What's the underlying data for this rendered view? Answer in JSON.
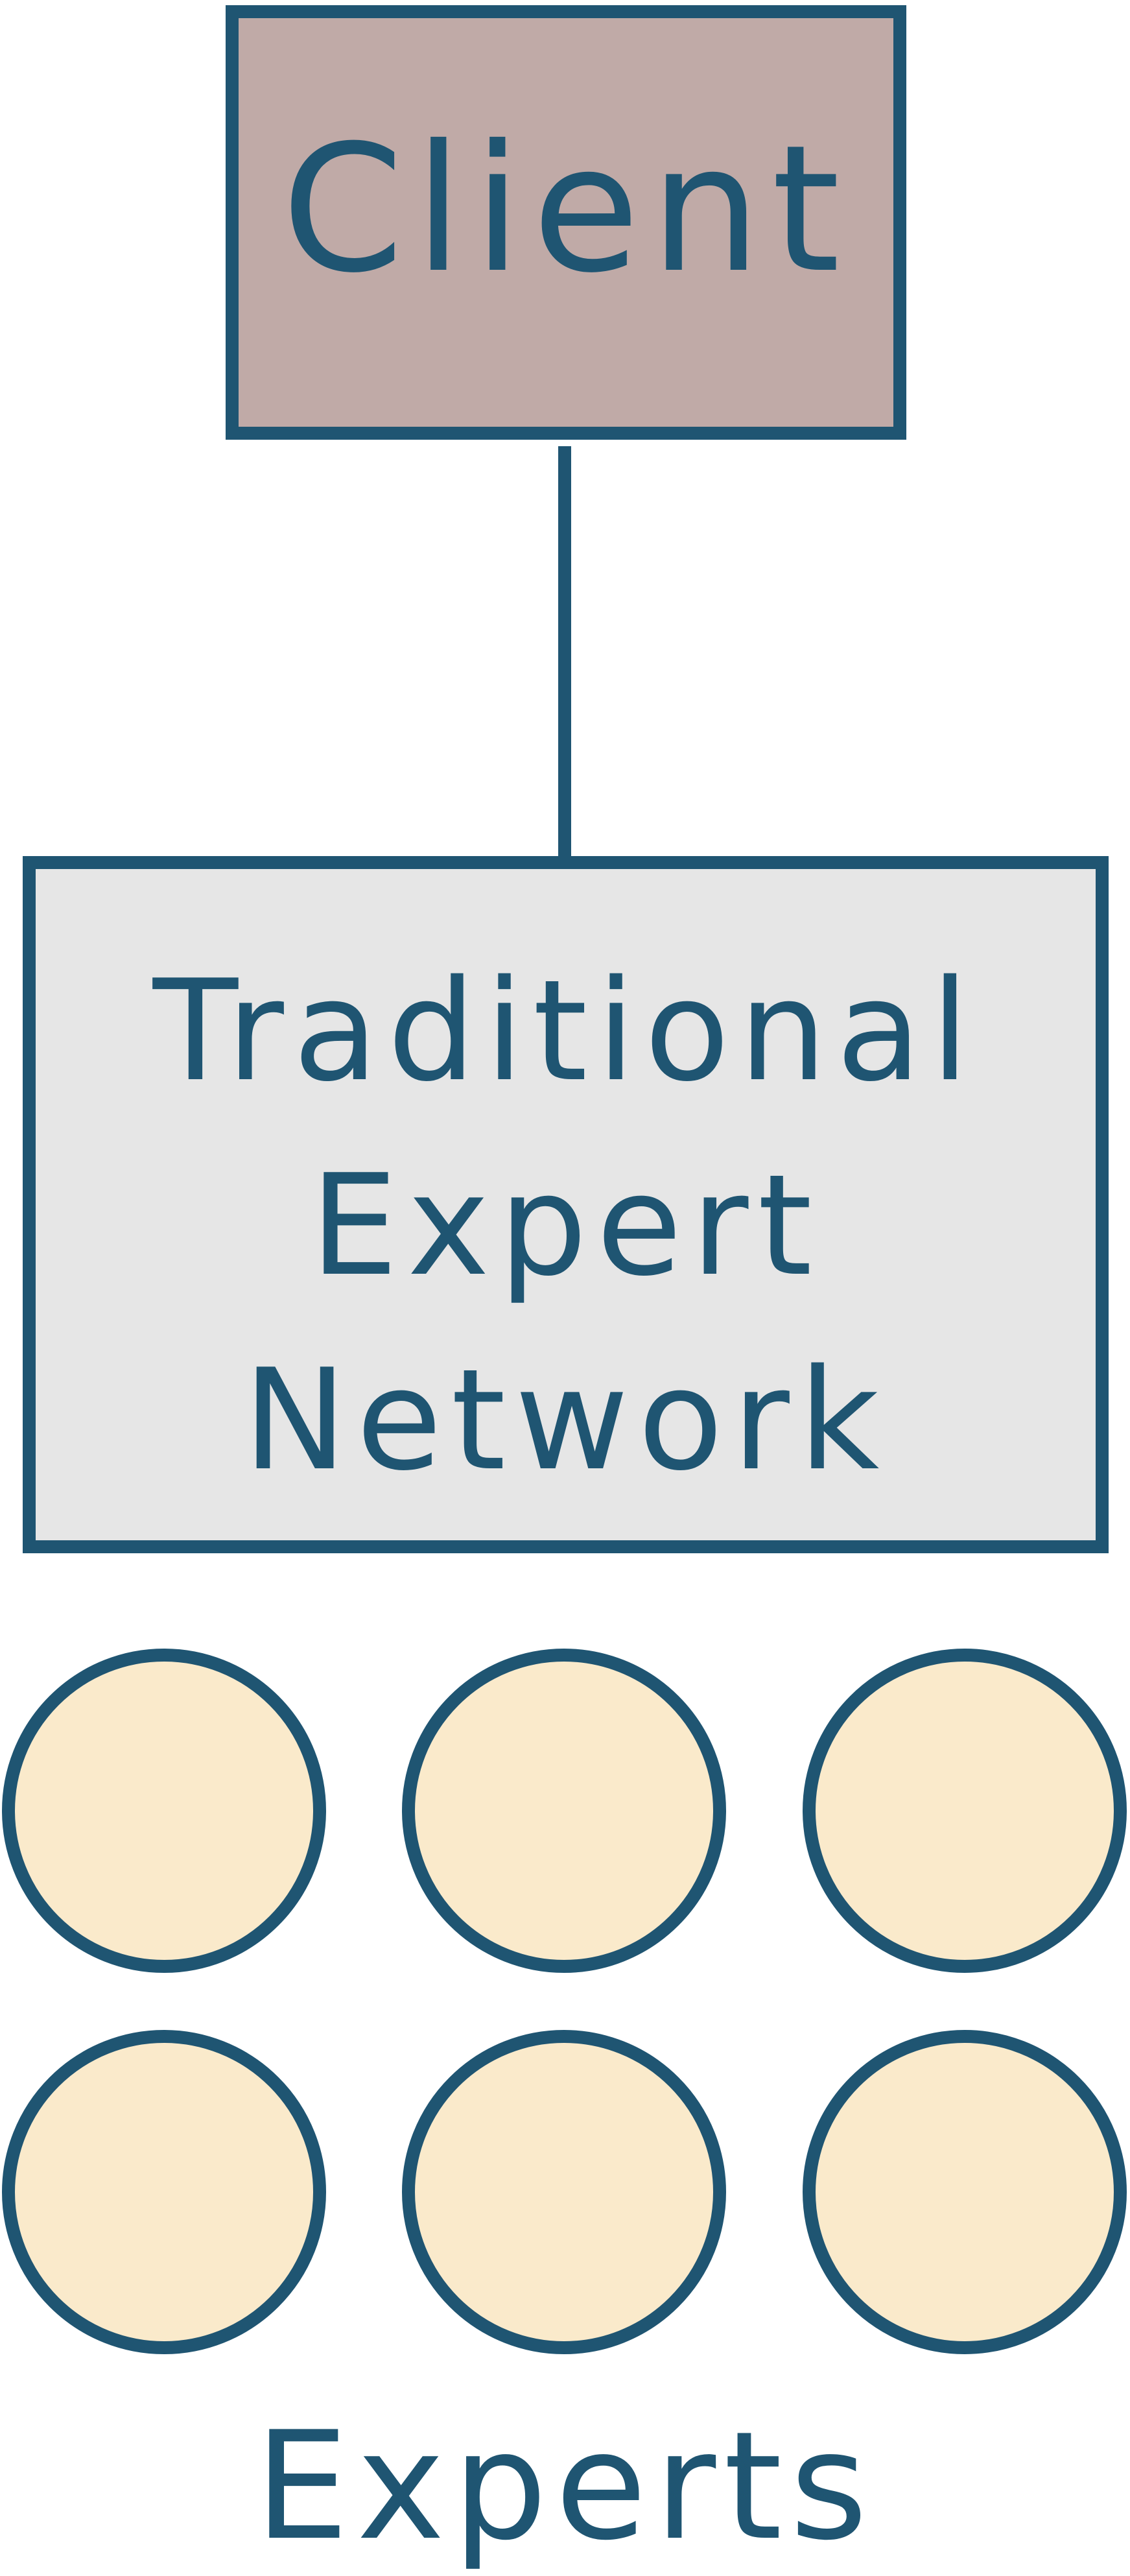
{
  "client": {
    "label": "Client"
  },
  "network": {
    "lines": [
      "Traditional",
      "Expert",
      "Network"
    ]
  },
  "experts": {
    "label": "Experts",
    "count": 6
  },
  "colors": {
    "stroke": "#1f5572",
    "text": "#1f5572",
    "client_fill": "#c0aaa7",
    "network_fill": "#e6e6e6",
    "expert_fill": "#faeacb"
  }
}
